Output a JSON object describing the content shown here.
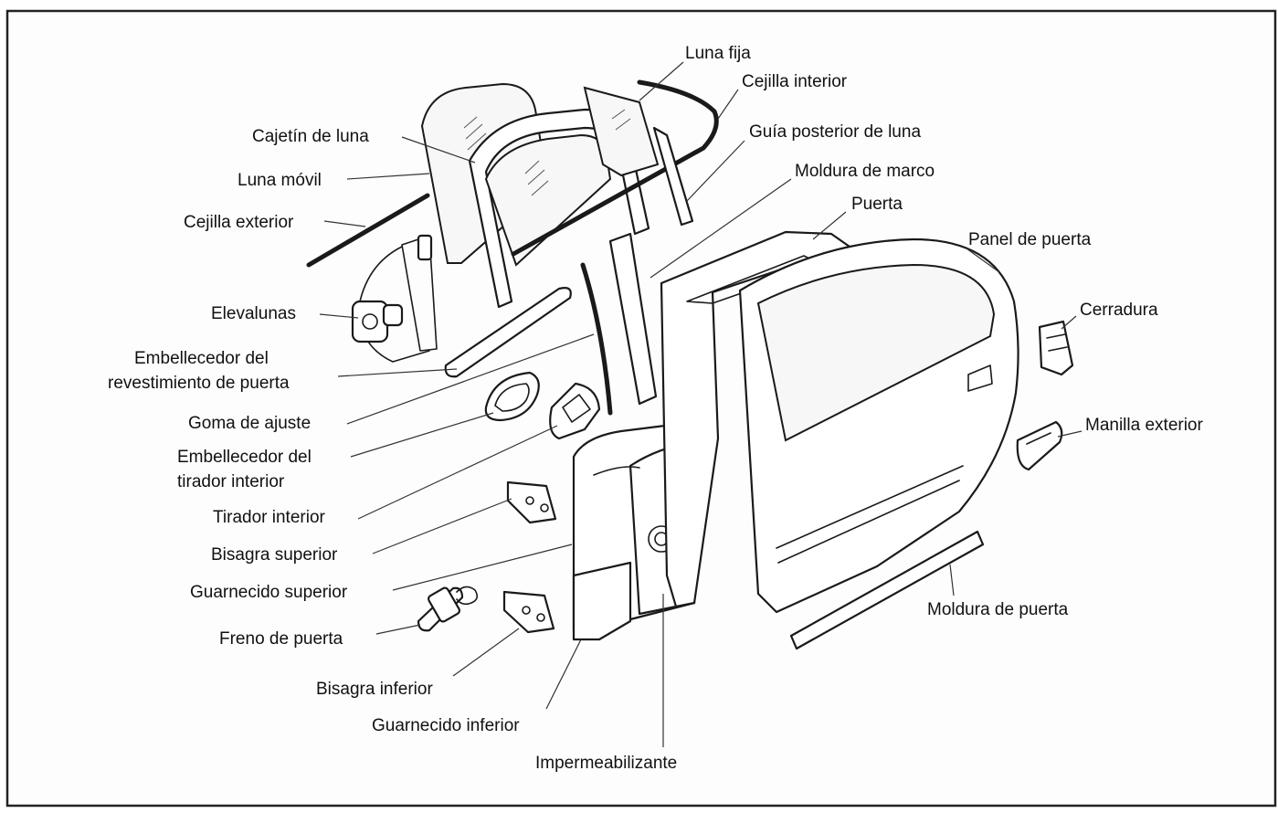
{
  "labels": {
    "luna_fija": "Luna fija",
    "cejilla_interior": "Cejilla interior",
    "cajetin_de_luna": "Cajetín de luna",
    "guia_posterior": "Guía posterior de luna",
    "moldura_de_marco": "Moldura de marco",
    "luna_movil": "Luna móvil",
    "puerta": "Puerta",
    "cejilla_exterior": "Cejilla exterior",
    "panel_de_puerta": "Panel de puerta",
    "cerradura": "Cerradura",
    "elevalunas": "Elevalunas",
    "embellecedor_revestimiento_1": "Embellecedor del",
    "embellecedor_revestimiento_2": "revestimiento de puerta",
    "goma_de_ajuste": "Goma de ajuste",
    "manilla_exterior": "Manilla exterior",
    "embellecedor_tirador_1": "Embellecedor del",
    "embellecedor_tirador_2": "tirador interior",
    "tirador_interior": "Tirador interior",
    "bisagra_superior": "Bisagra superior",
    "guarnecido_superior": "Guarnecido superior",
    "moldura_de_puerta": "Moldura de puerta",
    "freno_de_puerta": "Freno de puerta",
    "bisagra_inferior": "Bisagra inferior",
    "guarnecido_inferior": "Guarnecido inferior",
    "impermeabilizante": "Impermeabilizante"
  }
}
